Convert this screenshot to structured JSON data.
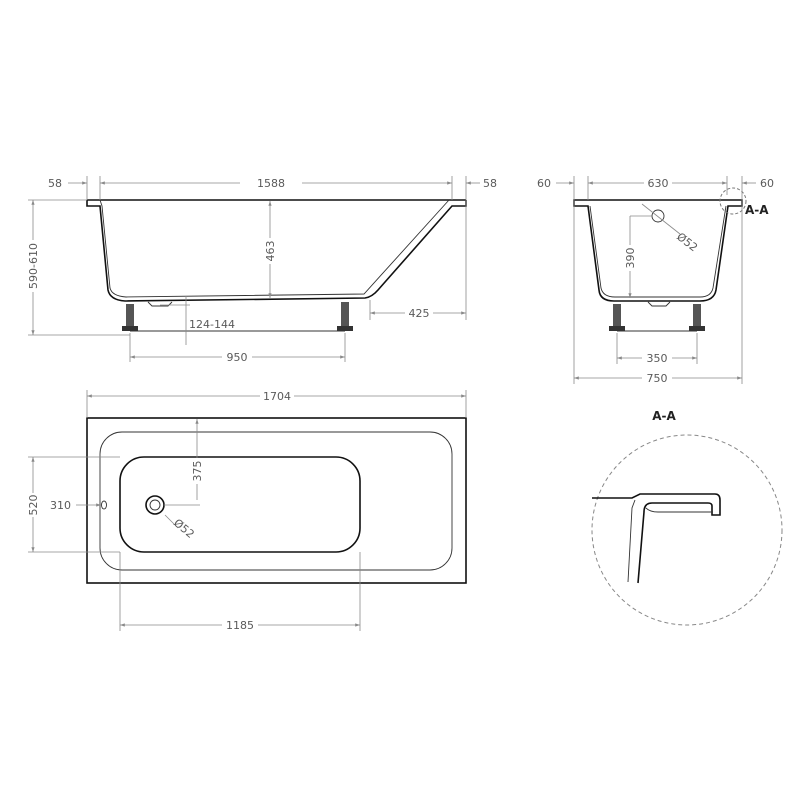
{
  "side_view": {
    "rim_left": "58",
    "rim_inner": "1588",
    "rim_right": "58",
    "total_height": "590-610",
    "depth": "463",
    "leg_adjust": "124-144",
    "slope_length": "425",
    "leg_spacing": "950"
  },
  "end_view": {
    "rim_left": "60",
    "inner_width": "630",
    "rim_right": "60",
    "overflow_height": "390",
    "overflow_diameter": "Ø52",
    "leg_spacing": "350",
    "total_width": "750",
    "section_marker": "A-A"
  },
  "top_view": {
    "total_length": "1704",
    "basin_width": "520",
    "overflow_offset": "310",
    "drain_offset": "375",
    "drain_diameter": "Ø52",
    "basin_length": "1185"
  },
  "detail": {
    "title": "A-A"
  },
  "colors": {
    "outline": "#111111",
    "dimension": "#5a5a5a"
  }
}
